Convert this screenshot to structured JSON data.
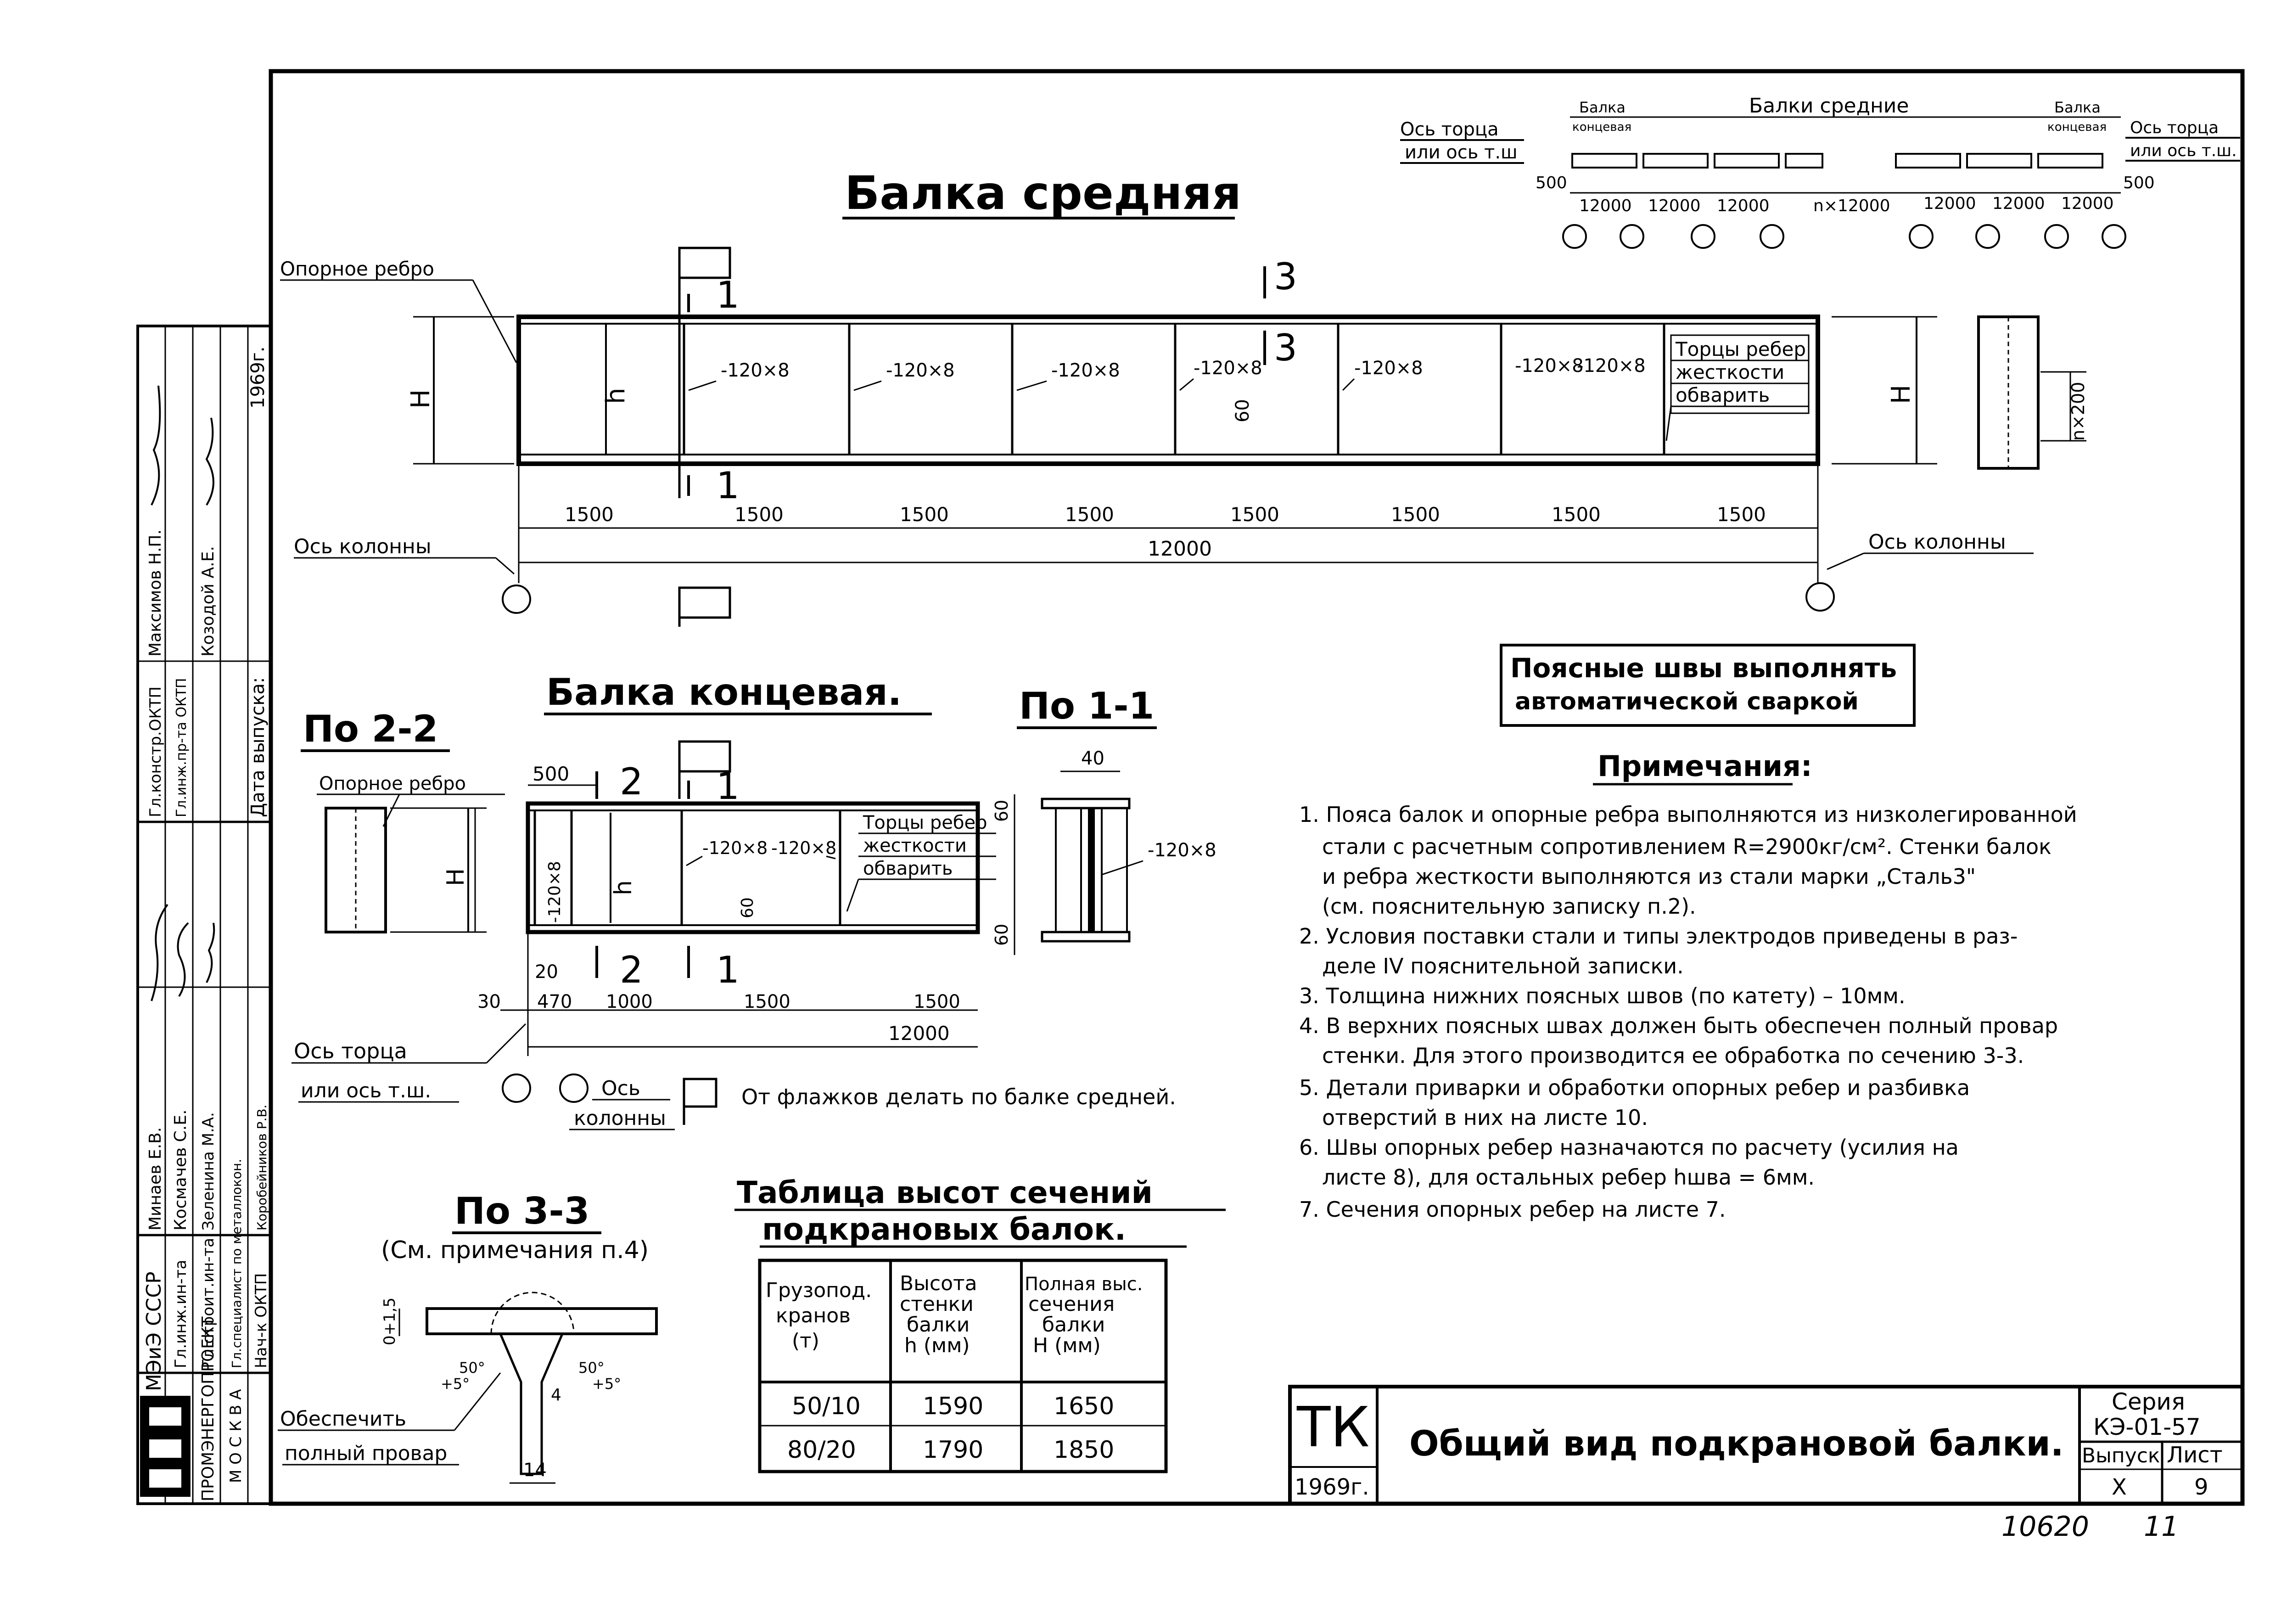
{
  "main_title": "Балка средняя",
  "end_beam_title": "Балка концевая.",
  "section_22_title": "По 2-2",
  "section_11_title": "По 1-1",
  "section_33_title": "По 3-3",
  "section_33_note": "(См. примечания п.4)",
  "middle_beam": {
    "support_rib": "Опорное ребро",
    "column_axis_left": "Ось колонны",
    "column_axis_right": "Ось колонны",
    "H": "H",
    "h": "h",
    "rib_label": "-120×8",
    "dim_60": "60",
    "weld_note_1": "Торцы ребер",
    "weld_note_2": "жесткости",
    "weld_note_3": "обварить",
    "spans": [
      "1500",
      "1500",
      "1500",
      "1500",
      "1500",
      "1500",
      "1500",
      "1500"
    ],
    "total": "12000",
    "cut_1": "1",
    "cut_3": "3",
    "side_dim": "n×200"
  },
  "scheme": {
    "end_axis_left_1": "Ось торца",
    "end_axis_left_2": "или ось т.ш",
    "end_axis_right_1": "Ось торца",
    "end_axis_right_2": "или ось т.ш.",
    "beams_middle": "Балки средние",
    "beam_end_1": "Балка",
    "beam_end_2": "концевая",
    "dims": [
      "500",
      "12000",
      "12000",
      "12000",
      "n×12000",
      "12000",
      "12000",
      "12000",
      "500"
    ]
  },
  "end_beam": {
    "support_rib": "Опорное ребро",
    "dim_500": "500",
    "cut_2": "2",
    "cut_1": "1",
    "H": "H",
    "h": "h",
    "rib_label": "-120×8",
    "rib_label_vertical": "-120×8",
    "dim_60": "60",
    "weld_note_1": "Торцы ребер",
    "weld_note_2": "жесткости",
    "weld_note_3": "обварить",
    "dims": [
      "20",
      "30",
      "470",
      "1000",
      "1500",
      "1500"
    ],
    "total": "12000",
    "end_axis_1": "Ось торца",
    "end_axis_2": "или ось т.ш.",
    "col_axis_1": "Ось",
    "col_axis_2": "колонны",
    "flags_note": "От флажков делать по балке средней."
  },
  "section_11": {
    "dim_40": "40",
    "dim_60_top": "60",
    "dim_60_bottom": "60",
    "rib_label": "-120×8"
  },
  "section_33": {
    "tol": "0+1,5",
    "ang1": "50°",
    "ang2": "+5°",
    "ang3": "50°",
    "ang4": "+5°",
    "dim_4": "4",
    "dim_14": "14",
    "note_1": "Обеспечить",
    "note_2": "полный провар"
  },
  "welding_box_1": "Поясные швы выполнять",
  "welding_box_2": "автоматической сваркой",
  "notes_title": "Примечания:",
  "notes": [
    "1. Пояса балок и опорные ребра выполняются из низколегированной",
    "стали с расчетным сопротивлением R=2900кг/см². Стенки балок",
    "и ребра жесткости выполняются из стали марки „Сталь3\"",
    "(см. пояснительную записку п.2).",
    "2. Условия поставки стали и типы электродов приведены в раз-",
    "деле IV пояснительной записки.",
    "3. Толщина нижних поясных швов (по катету) – 10мм.",
    "4. В верхних поясных швах должен быть обеспечен полный провар",
    "стенки. Для этого производится ее обработка по сечению 3-3.",
    "5. Детали приварки и обработки опорных ребер и разбивка",
    "отверстий в них на листе 10.",
    "6. Швы опорных ребер назначаются по расчету (усилия на",
    "листе 8), для остальных ребер hшва = 6мм.",
    "7. Сечения опорных ребер на листе 7."
  ],
  "table": {
    "title_1": "Таблица высот сечений",
    "title_2": "подкрановых балок.",
    "headers": [
      [
        "Грузопод.",
        "кранов",
        "(т)"
      ],
      [
        "Высота",
        "стенки",
        "балки",
        "h (мм)"
      ],
      [
        "Полная выс.",
        "сечения",
        "балки",
        "H (мм)"
      ]
    ],
    "rows": [
      [
        "50/10",
        "1590",
        "1650"
      ],
      [
        "80/20",
        "1790",
        "1850"
      ]
    ]
  },
  "title_block": {
    "tk": "ТК",
    "year": "1969г.",
    "title": "Общий вид подкрановой балки.",
    "series_label": "Серия",
    "series_value": "КЭ-01-57",
    "issue_label": "Выпуск",
    "issue_value": "X",
    "sheet_label": "Лист",
    "sheet_value": "9"
  },
  "bottom_numbers": [
    "10620",
    "11"
  ],
  "side_stamp": {
    "org_1": "МЭиЭ СССР",
    "org_2": "ПРОМЭНЕРГОПРОЕКТ",
    "org_3": "М О С К В А",
    "issue_date_label": "Дата выпуска:",
    "issue_date_value": "1969г.",
    "roles": [
      "Гл.инж.ин-та",
      "Гл.строит.ин-та",
      "Гл.специалист по металлокон.",
      "Нач-к ОКТП",
      "Гл.констр.ОКТП",
      "Гл.инж.пр-та ОКТП"
    ],
    "names": [
      "Минаев Е.В.",
      "Космачев С.Е.",
      "Зеленина М.А.",
      "Коробейников Р.В.",
      "Максимов Н.П.",
      "Козодой А.Е."
    ]
  }
}
